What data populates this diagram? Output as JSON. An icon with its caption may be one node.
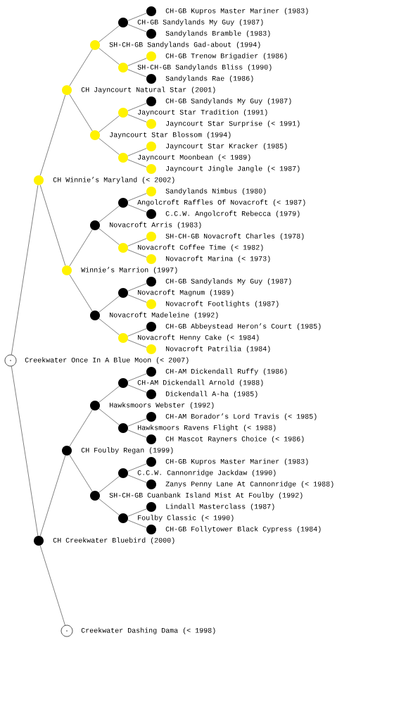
{
  "diagram": {
    "nodes": [
      {
        "text": [
          "CH-GB Kupros Master Mariner (1983)"
        ]
      },
      {
        "text": [
          "CH-GB Sandylands My Guy (1987)"
        ]
      },
      {
        "text": [
          "Sandylands Bramble (1983)"
        ]
      },
      {
        "text": [
          "SH-CH-GB Sandylands Gad-about (1994)"
        ]
      },
      {
        "text": [
          "CH-GB Trenow Brigadier (1986)"
        ]
      },
      {
        "text": [
          "SH-CH-GB Sandylands Bliss (1990)"
        ]
      },
      {
        "text": [
          "Sandylands Rae (1986)"
        ]
      },
      {
        "text": [
          "CH Jayncourt Natural Star (2001)"
        ]
      },
      {
        "text": [
          "CH-GB Sandylands My Guy (1987)"
        ]
      },
      {
        "text": [
          "Jayncourt Star Tradition (1991)"
        ]
      },
      {
        "text": [
          "Jayncourt Star Surprise (< 1991)"
        ]
      },
      {
        "text": [
          "Jayncourt Star Blossom (1994)"
        ]
      },
      {
        "text": [
          "Jayncourt Star Kracker (1985)"
        ]
      },
      {
        "text": [
          "Jayncourt Moonbean (< 1989)"
        ]
      },
      {
        "text": [
          "Jayncourt Jingle Jangle (< 1987)"
        ]
      },
      {
        "text": [
          "CH Winnie’s Maryland (< 2002)"
        ]
      },
      {
        "text": [
          "Sandylands Nimbus (1980)"
        ]
      },
      {
        "text": [
          "Angolcroft Raffles Of Novacroft (< 1987)"
        ]
      },
      {
        "text": [
          "C.C.W. Angolcroft Rebecca (1979)"
        ]
      },
      {
        "text": [
          "Novacroft Arris (1983)"
        ]
      },
      {
        "text": [
          "SH-CH-GB Novacroft Charles (1978)"
        ]
      },
      {
        "text": [
          "Novacroft Coffee Time (< 1982)"
        ]
      },
      {
        "text": [
          "Novacroft Marina (< 1973)"
        ]
      },
      {
        "text": [
          "Winnie’s Marrion (1997)"
        ]
      },
      {
        "text": [
          "CH-GB Sandylands My Guy (1987)"
        ]
      },
      {
        "text": [
          "Novacroft Magnum (1989)"
        ]
      },
      {
        "text": [
          "Novacroft Footlights (1987)"
        ]
      },
      {
        "text": [
          "Novacroft Madeleine (1992)"
        ]
      },
      {
        "text": [
          "CH-GB Abbeystead Heron’s Court (1985)"
        ]
      },
      {
        "text": [
          "Novacroft Henny Cake (< 1984)"
        ]
      },
      {
        "text": [
          "Novacroft Patrilia (1984)"
        ]
      },
      {
        "text": [
          "Creekwater Once In A Blue Moon (< 2007)"
        ]
      },
      {
        "text": [
          "CH-AM Dickendall Ruffy (1986)"
        ]
      },
      {
        "text": [
          "CH-AM Dickendall Arnold (1988)"
        ]
      },
      {
        "text": [
          "Dickendall A-ha (1985)"
        ]
      },
      {
        "text": [
          "Hawksmoors Webster (1992)"
        ]
      },
      {
        "text": [
          "CH-AM Borador’s Lord Travis (< 1985)"
        ]
      },
      {
        "text": [
          "Hawksmoors Ravens Flight (< 1988)"
        ]
      },
      {
        "text": [
          "CH Mascot Rayners Choice (< 1986)"
        ]
      },
      {
        "text": [
          "CH Foulby Regan (1999)"
        ]
      },
      {
        "text": [
          "CH-GB Kupros Master Mariner (1983)"
        ]
      },
      {
        "text": [
          "C.C.W. Cannonridge Jackdaw (1990)"
        ]
      },
      {
        "text": [
          "Zanys Penny Lane At Cannonridge (< 1988)"
        ]
      },
      {
        "text": [
          "SH-CH-GB Cuanbank Island Mist At Foulby (1992)"
        ]
      },
      {
        "text": [
          "Lindall Masterclass (1987)"
        ]
      },
      {
        "text": [
          "Foulby Classic (< 1990)"
        ]
      },
      {
        "text": [
          "CH-GB Follytower Black Cypress (1984)"
        ]
      },
      {
        "text": [
          "CH Creekwater Bluebird (2000)"
        ]
      },
      {
        "text": [
          "Creekwater Dashing Dama (< 1998)"
        ]
      }
    ],
    "edges": [
      {
        "from": 31,
        "to": 15,
        "arrow": "none"
      },
      {
        "from": 31,
        "to": 47,
        "arrow": "none"
      },
      {
        "from": 15,
        "to": 7,
        "arrow": "none"
      },
      {
        "from": 15,
        "to": 23,
        "arrow": "none"
      },
      {
        "from": 7,
        "to": 3,
        "arrow": "none"
      },
      {
        "from": 7,
        "to": 11,
        "arrow": "none"
      },
      {
        "from": 3,
        "to": 1,
        "arrow": "none"
      },
      {
        "from": 3,
        "to": 5,
        "arrow": "none"
      },
      {
        "from": 1,
        "to": 0,
        "arrow": "none"
      },
      {
        "from": 1,
        "to": 2,
        "arrow": "none"
      },
      {
        "from": 5,
        "to": 4,
        "arrow": "none"
      },
      {
        "from": 5,
        "to": 6,
        "arrow": "none"
      },
      {
        "from": 11,
        "to": 9,
        "arrow": "none"
      },
      {
        "from": 11,
        "to": 13,
        "arrow": "none"
      },
      {
        "from": 9,
        "to": 8,
        "arrow": "none"
      },
      {
        "from": 9,
        "to": 10,
        "arrow": "none"
      },
      {
        "from": 13,
        "to": 12,
        "arrow": "none"
      },
      {
        "from": 13,
        "to": 14,
        "arrow": "none"
      },
      {
        "from": 23,
        "to": 19,
        "arrow": "none"
      },
      {
        "from": 23,
        "to": 27,
        "arrow": "none"
      },
      {
        "from": 19,
        "to": 17,
        "arrow": "none"
      },
      {
        "from": 19,
        "to": 21,
        "arrow": "none"
      },
      {
        "from": 17,
        "to": 16,
        "arrow": "none"
      },
      {
        "from": 17,
        "to": 18,
        "arrow": "none"
      },
      {
        "from": 21,
        "to": 20,
        "arrow": "none"
      },
      {
        "from": 21,
        "to": 22,
        "arrow": "none"
      },
      {
        "from": 27,
        "to": 25,
        "arrow": "none"
      },
      {
        "from": 27,
        "to": 29,
        "arrow": "none"
      },
      {
        "from": 25,
        "to": 24,
        "arrow": "none"
      },
      {
        "from": 25,
        "to": 26,
        "arrow": "none"
      },
      {
        "from": 29,
        "to": 28,
        "arrow": "none"
      },
      {
        "from": 29,
        "to": 30,
        "arrow": "none"
      },
      {
        "from": 47,
        "to": 39,
        "arrow": "none"
      },
      {
        "from": 47,
        "to": 48,
        "arrow": "none"
      },
      {
        "from": 39,
        "to": 35,
        "arrow": "none"
      },
      {
        "from": 39,
        "to": 43,
        "arrow": "none"
      },
      {
        "from": 35,
        "to": 33,
        "arrow": "none"
      },
      {
        "from": 35,
        "to": 37,
        "arrow": "none"
      },
      {
        "from": 33,
        "to": 32,
        "arrow": "none"
      },
      {
        "from": 33,
        "to": 34,
        "arrow": "none"
      },
      {
        "from": 37,
        "to": 36,
        "arrow": "none"
      },
      {
        "from": 37,
        "to": 38,
        "arrow": "none"
      },
      {
        "from": 43,
        "to": 41,
        "arrow": "none"
      },
      {
        "from": 43,
        "to": 45,
        "arrow": "none"
      },
      {
        "from": 41,
        "to": 40,
        "arrow": "none"
      },
      {
        "from": 41,
        "to": 42,
        "arrow": "none"
      },
      {
        "from": 45,
        "to": 44,
        "arrow": "none"
      },
      {
        "from": 45,
        "to": 46,
        "arrow": "none"
      }
    ]
  }
}
